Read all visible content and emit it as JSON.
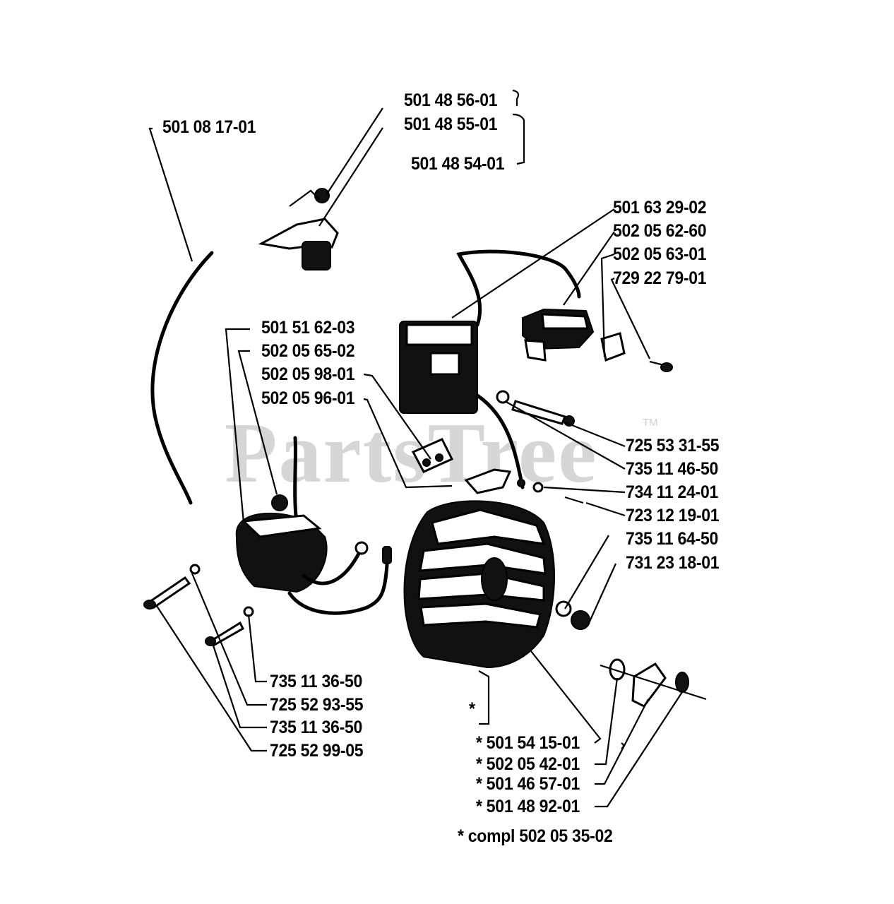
{
  "watermark": {
    "text": "PartsTree",
    "trademark": "TM"
  },
  "labels": {
    "l1": "501 48 56-01",
    "l2": "501 48 55-01",
    "l3": "501 48 54-01",
    "l4": "501 08 17-01",
    "l5": "501 63 29-02",
    "l6": "502 05 62-60",
    "l7": "502 05 63-01",
    "l8": "729 22 79-01",
    "l9": "501 51 62-03",
    "l10": "502 05 65-02",
    "l11": "502 05 98-01",
    "l12": "502 05 96-01",
    "l13": "725 53 31-55",
    "l14": "735 11 46-50",
    "l15": "734 11 24-01",
    "l16": "723 12 19-01",
    "l17": "735 11 64-50",
    "l18": "731 23 18-01",
    "l19": "735 11 36-50",
    "l20": "725 52 93-55",
    "l21": "735 11 36-50",
    "l22": "725 52 99-05",
    "l23": "*",
    "l24": "*  501 54 15-01",
    "l25": "*  502 05 42-01",
    "l26": "*  501 46 57-01",
    "l27": "*  501 48 92-01",
    "l28": "*  compl 502 05 35-02"
  }
}
